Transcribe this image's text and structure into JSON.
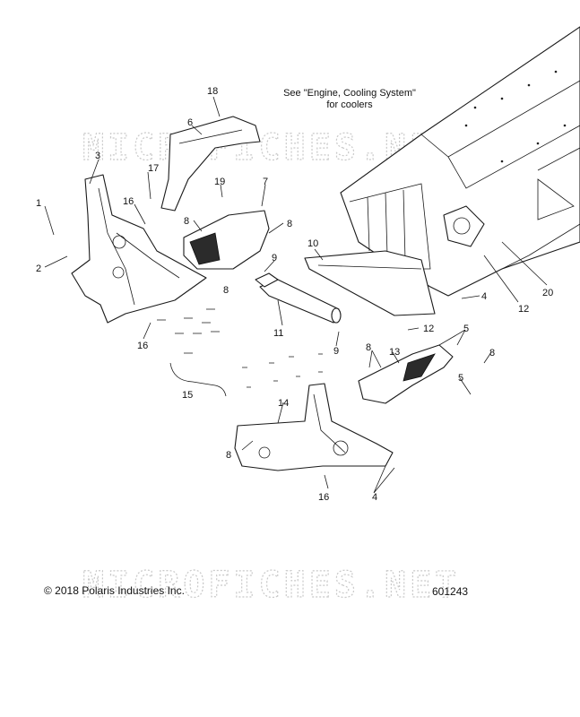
{
  "note": {
    "line1": "See \"Engine, Cooling System\"",
    "line2": "for coolers"
  },
  "watermark": "MICROFICHES.NET",
  "copyright": "© 2018 Polaris Industries Inc.",
  "figure_number": "601243",
  "callouts": [
    "1",
    "2",
    "3",
    "4",
    "4",
    "5",
    "5",
    "6",
    "7",
    "8",
    "8",
    "8",
    "8",
    "8",
    "9",
    "9",
    "10",
    "11",
    "12",
    "12",
    "13",
    "14",
    "15",
    "16",
    "16",
    "16",
    "17",
    "18",
    "19",
    "20"
  ]
}
